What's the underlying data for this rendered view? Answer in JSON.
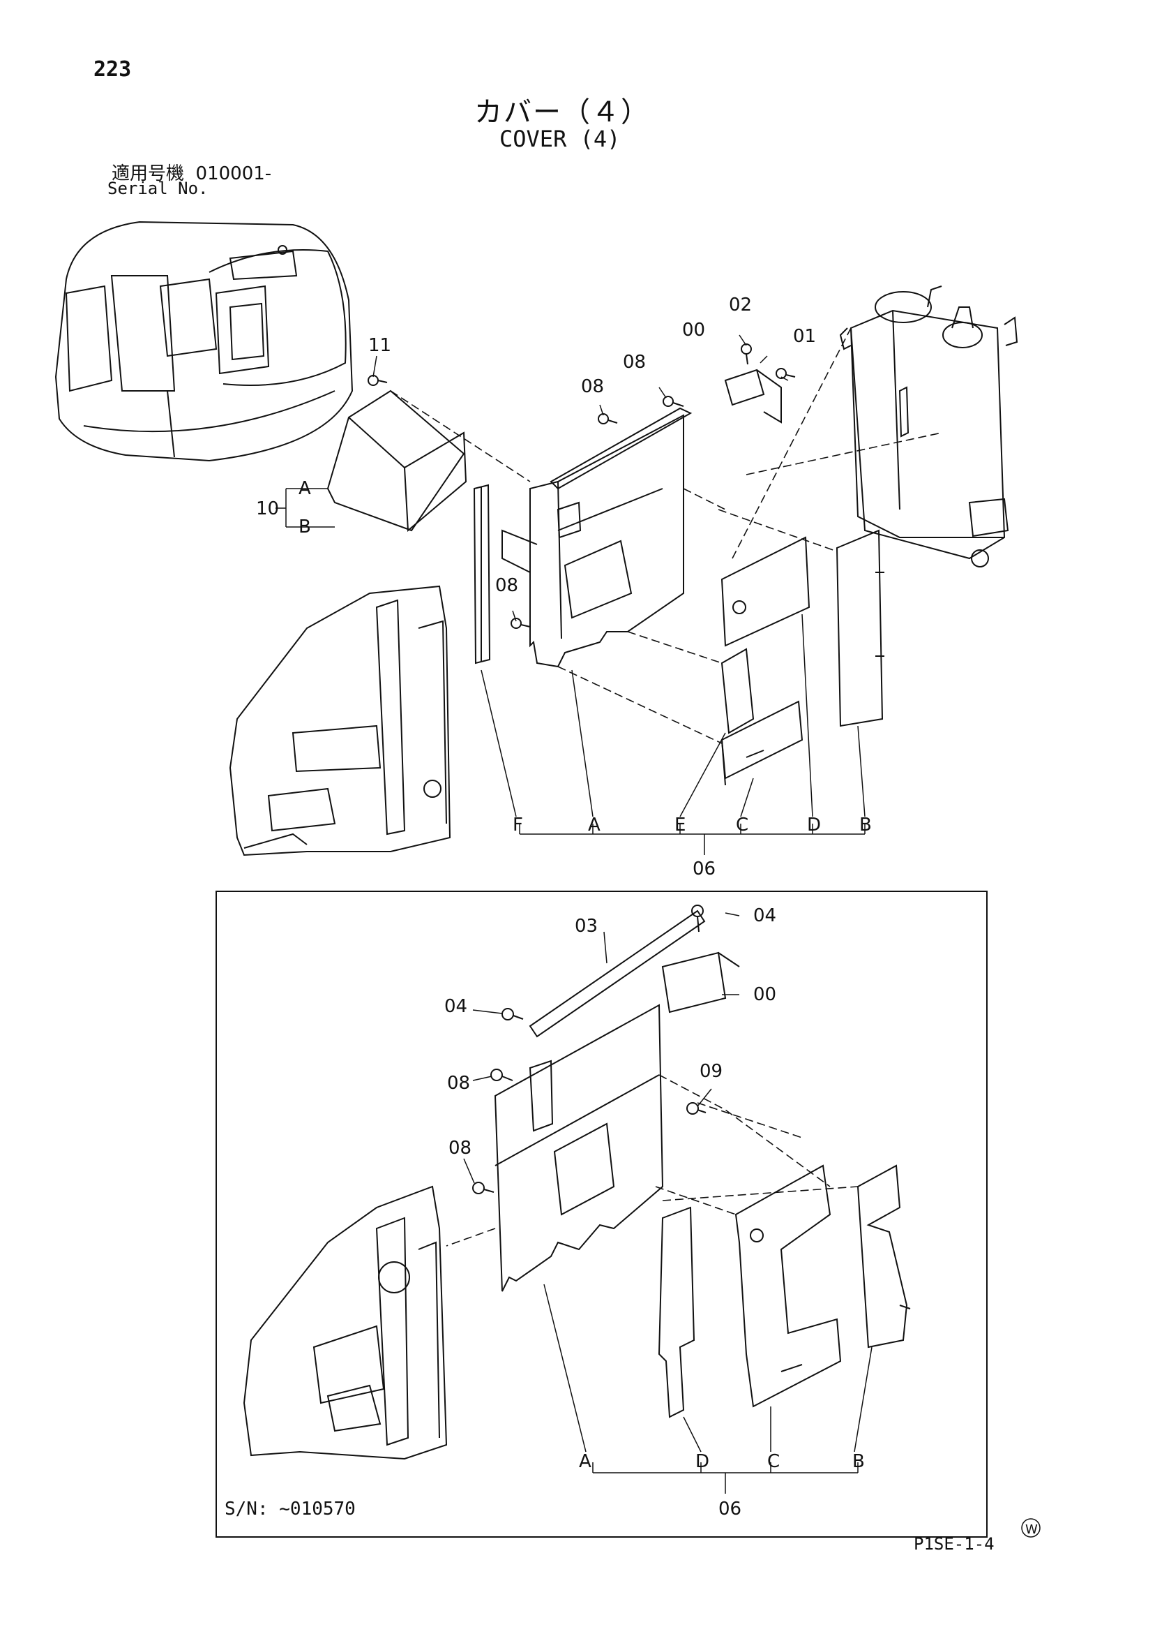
{
  "page": {
    "number": "223",
    "title_jp": "カバー（４）",
    "title_en": "COVER (4)",
    "serial_label_jp": "適用号機",
    "serial_value": "010001-",
    "serial_label_en": "Serial No.",
    "footer_code": "P1SE-1-4",
    "mark": "W"
  },
  "diagram_upper": {
    "callouts": [
      "11",
      "08",
      "08",
      "00",
      "02",
      "01",
      "08"
    ],
    "group_10": {
      "number": "10",
      "sub_a": "A",
      "sub_b": "B"
    },
    "group_06": {
      "number": "06",
      "letters": [
        "F",
        "A",
        "E",
        "C",
        "D",
        "B"
      ]
    }
  },
  "diagram_lower": {
    "callouts": [
      "03",
      "04",
      "04",
      "00",
      "08",
      "09",
      "08"
    ],
    "group_06": {
      "number": "06",
      "letters": [
        "A",
        "D",
        "C",
        "B"
      ]
    },
    "serial_note": "S/N: ~010570"
  }
}
